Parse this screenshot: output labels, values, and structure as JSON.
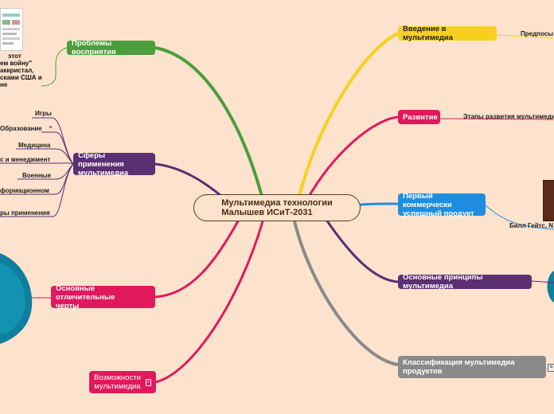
{
  "central": {
    "line1": "Мультимедиа технологии",
    "line2": "Малышев ИСиТ-2031"
  },
  "branches_right": [
    {
      "label": "Введение в мультимедиа",
      "color": "#f7d01f",
      "child": "Предпосы"
    },
    {
      "label": "Развитие",
      "color": "#e0195c",
      "child": "Этапы развития мультимеди"
    },
    {
      "label_line1": "Первый коммерчески",
      "label_line2": "успешный продукт",
      "color": "#1f8ee0",
      "child": "Билл Гейтс, N"
    },
    {
      "label": "Основные принципы мультимедиа",
      "color": "#5b2f72"
    },
    {
      "label_line1": "Классификация мультимедиа",
      "label_line2": "продуктов",
      "color": "#8a8a8a"
    }
  ],
  "branches_left": [
    {
      "label": "Проблемы восприятия",
      "color": "#4a9e3c"
    },
    {
      "label_line1": "Сферы применения",
      "label_line2": "мультимедиа",
      "color": "#5b2f72",
      "children": [
        "Игры",
        "Образование",
        "Медицина",
        "с и менеджмент",
        "Военные",
        "формационном",
        "ры применения"
      ]
    },
    {
      "label_line1": "Основные отличительные",
      "label_line2": "черты",
      "color": "#e0195c"
    },
    {
      "label_line1": "Возможности",
      "label_line2": "мультимедиа",
      "color": "#e0195c"
    }
  ],
  "preview": {
    "lines": [
      "этот",
      "ем войну\"",
      "аккристал,",
      "сками США и",
      "не"
    ]
  },
  "colors": {
    "background": "#fde3cd",
    "central_border": "#5b3a1a",
    "teal_blob": "#0e7f9c"
  }
}
